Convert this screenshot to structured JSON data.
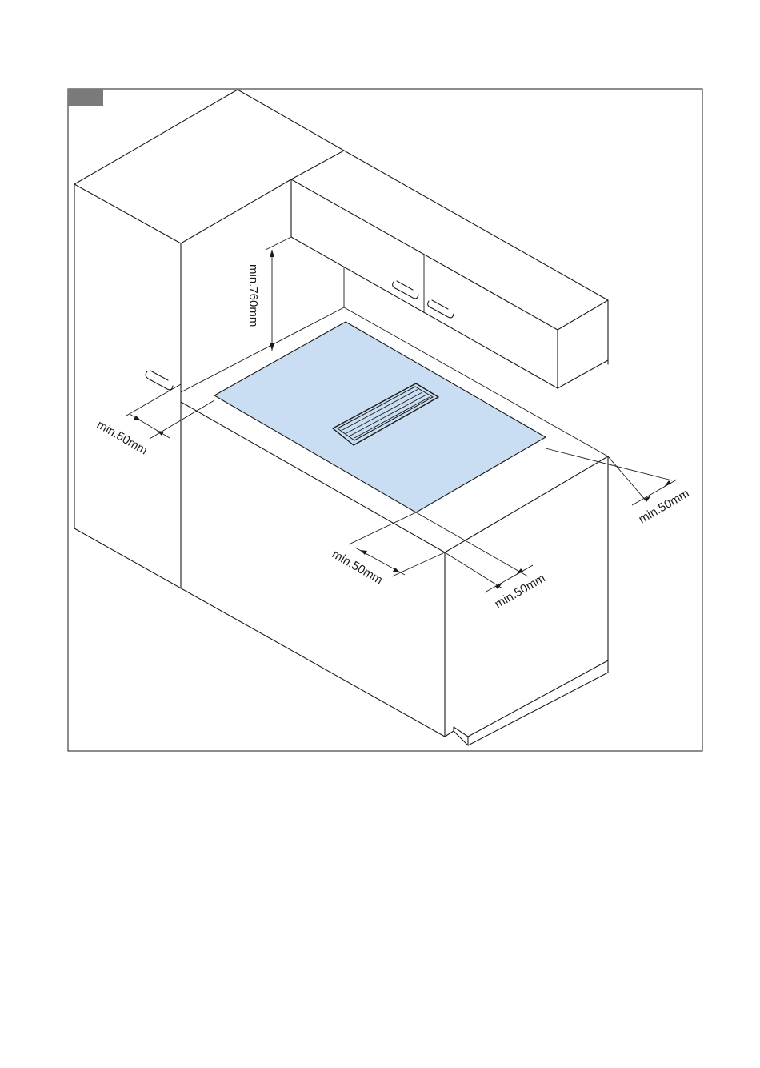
{
  "figure_tag": "",
  "colors": {
    "line": "#1a1a1a",
    "hob_fill": "#c9def2",
    "tag_fill": "#7a7a7a",
    "background": "#ffffff"
  },
  "dimensions": {
    "upper_clearance": "min.760mm",
    "left_side": "min.50mm",
    "right_side": "min.50mm",
    "front": "min.50mm",
    "rear": "min.50mm"
  },
  "icons": {
    "handle": "cabinet-handle-icon",
    "vent": "extractor-vent-icon"
  }
}
